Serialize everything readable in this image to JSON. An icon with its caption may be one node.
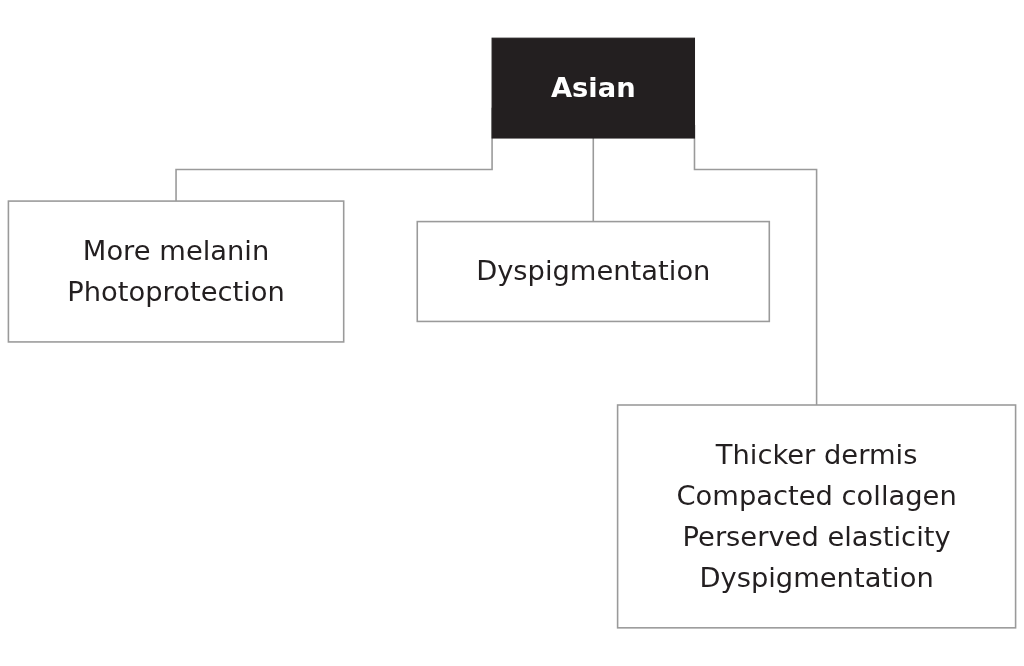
{
  "diagram": {
    "nodes": [
      {
        "text": [
          "Asian"
        ]
      },
      {
        "text": [
          "More melanin",
          "Photoprotection"
        ]
      },
      {
        "text": [
          "Dyspigmentation"
        ]
      },
      {
        "text": [
          "Thicker dermis",
          "Compacted collagen",
          "Perserved elasticity",
          "Dyspigmentation"
        ]
      }
    ],
    "edges": [
      {
        "from": 0,
        "to": 1,
        "arrow": "none"
      },
      {
        "from": 0,
        "to": 3,
        "arrow": "none"
      },
      {
        "from": 0,
        "to": 2,
        "arrow": "none"
      }
    ]
  }
}
